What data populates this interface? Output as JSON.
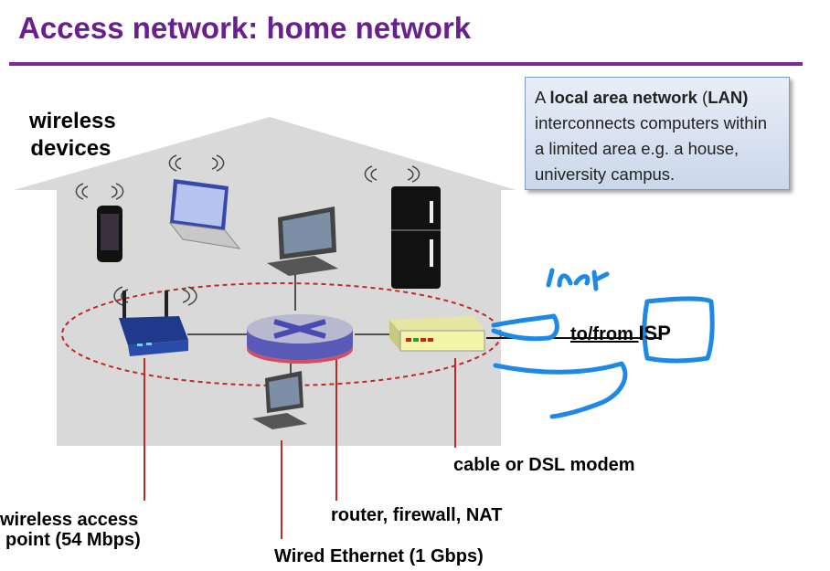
{
  "title": "Access network: home network",
  "callout": {
    "prefix": "A ",
    "bold1": "local area network",
    "mid": " (",
    "bold2": "LAN)",
    "rest": " interconnects computers within a limited area e.g. a house, university campus."
  },
  "labels": {
    "wireless_devices_line1": "wireless",
    "wireless_devices_line2": "devices",
    "isp_left": "to/from ",
    "isp_right": "ISP",
    "modem": "cable or DSL modem",
    "router": "router, firewall, NAT",
    "ap_line1": "wireless access",
    "ap_line2": "point (54 Mbps)",
    "ethernet": "Wired Ethernet (1 Gbps)",
    "handwritten": "link"
  },
  "colors": {
    "title": "#6a1f8f",
    "house": "#d9d9d9",
    "pointer": "#c0282a",
    "ink": "#1e88e5"
  }
}
